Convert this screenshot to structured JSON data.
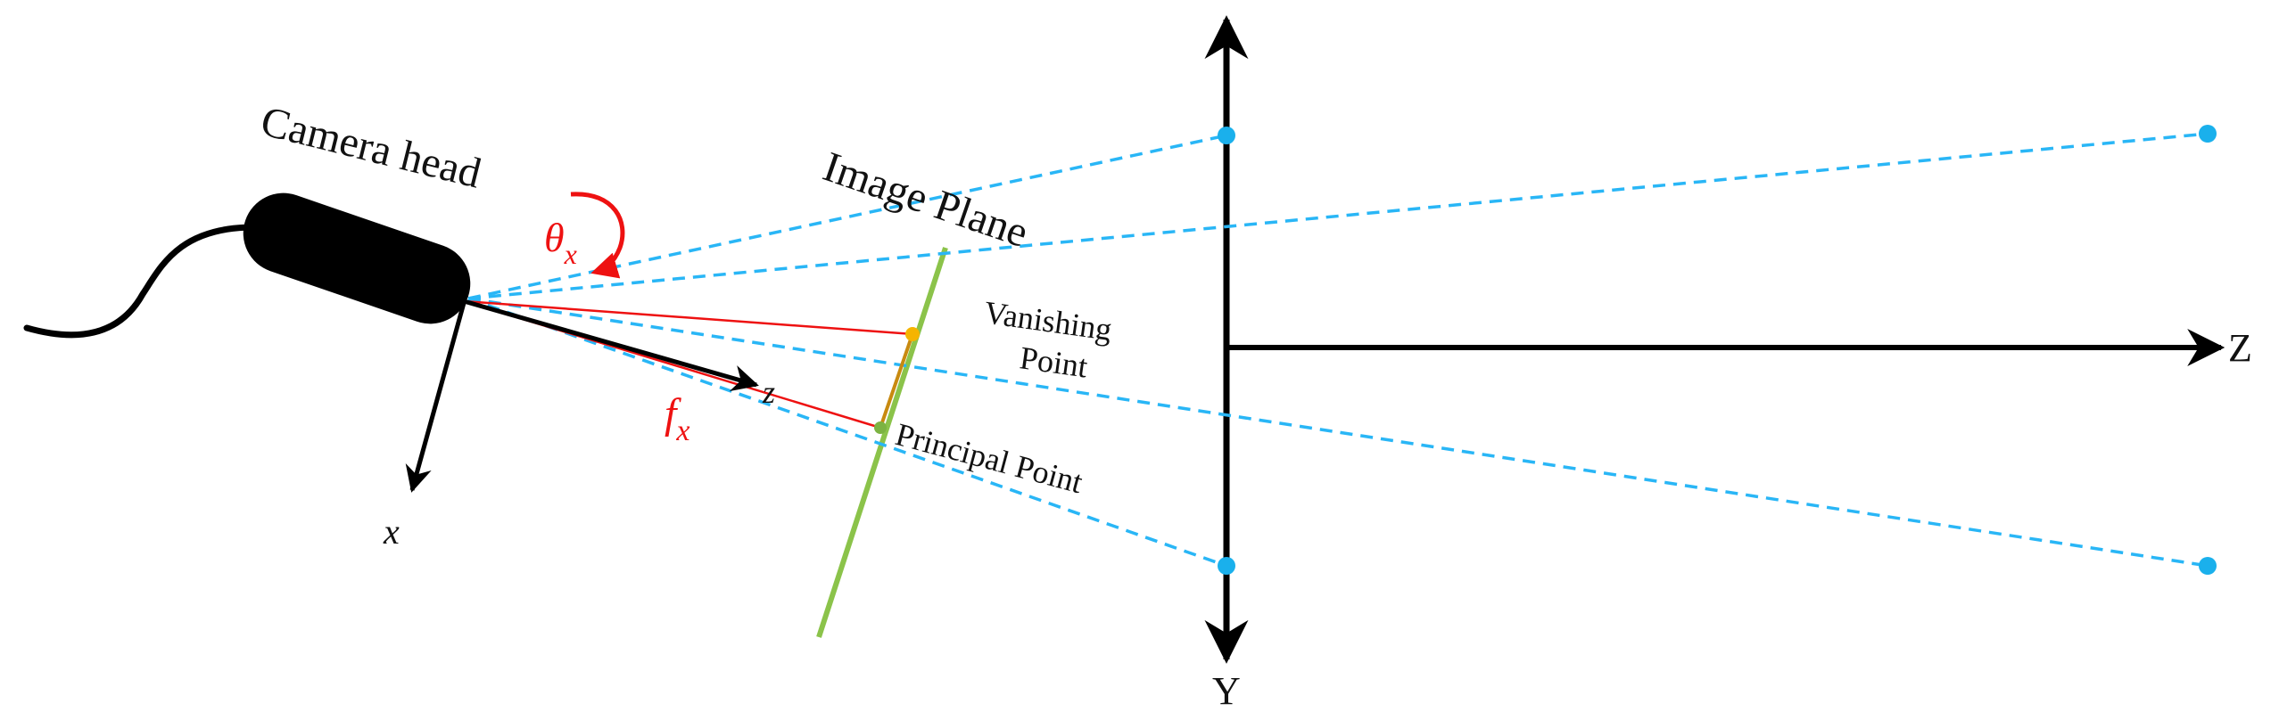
{
  "labels": {
    "camera_head": "Camera head",
    "image_plane": "Image Plane",
    "vanishing_point_line1": "Vanishing",
    "vanishing_point_line2": "Point",
    "principal_point": "Principal Point",
    "world_z_axis": "Z",
    "world_y_axis": "Y",
    "camera_x_axis": "x",
    "camera_z_axis": "z",
    "theta_symbol": "θ",
    "theta_subscript": "x",
    "focal_symbol": "f",
    "focal_subscript": "x"
  },
  "colors": {
    "rays": "#29b6f6",
    "points": "#1ab0ec",
    "image_plane": "#8bc34a",
    "focal": "#ee1111",
    "axes": "#000000",
    "vanishing_marker": "#f5b400",
    "principal_marker": "#7cb342",
    "segment": "#c88a10"
  },
  "icons": {
    "camera": "camera-head-icon",
    "rotation": "rotation-arrow-icon"
  }
}
